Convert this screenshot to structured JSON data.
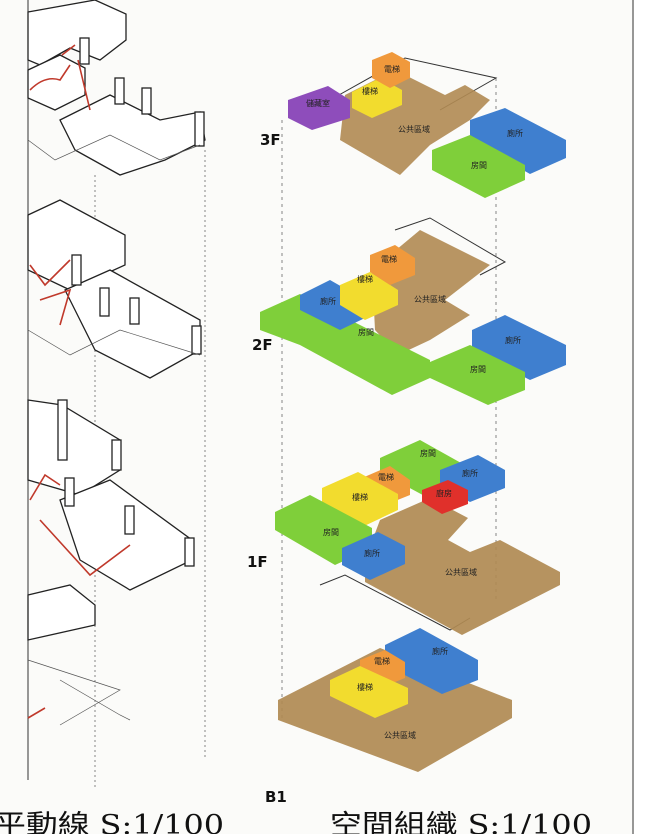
{
  "colors": {
    "public": "#b08a52",
    "stairs": "#f2dc2e",
    "elevator": "#f0993c",
    "toilet": "#3f7fcf",
    "room": "#7fcf3a",
    "storage": "#8e4dbb",
    "kitchen": "#e0302b",
    "route": "#c0392b"
  },
  "left_panel": {
    "title": "平動線 S:1/100"
  },
  "right_panel": {
    "title": "空間組織 S:1/100",
    "floors": [
      {
        "label": "3F",
        "rooms": {
          "storage": "儲藏室",
          "stairs": "樓梯",
          "elevator": "電梯",
          "public": "公共區域",
          "toilet": "廁所",
          "room": "房間"
        }
      },
      {
        "label": "2F",
        "rooms": {
          "toilet_left": "廁所",
          "stairs": "樓梯",
          "elevator": "電梯",
          "public": "公共區域",
          "room_left": "房間",
          "toilet_right": "廁所",
          "room_right": "房間"
        }
      },
      {
        "label": "1F",
        "rooms": {
          "room_top": "房間",
          "elevator": "電梯",
          "stairs": "樓梯",
          "toilet_right": "廁所",
          "kitchen": "廚房",
          "room_left": "房間",
          "toilet_left": "廁所",
          "public": "公共區域"
        }
      },
      {
        "label": "B1",
        "rooms": {
          "elevator": "電梯",
          "stairs": "樓梯",
          "toilet": "廁所",
          "public": "公共區域"
        }
      }
    ]
  }
}
